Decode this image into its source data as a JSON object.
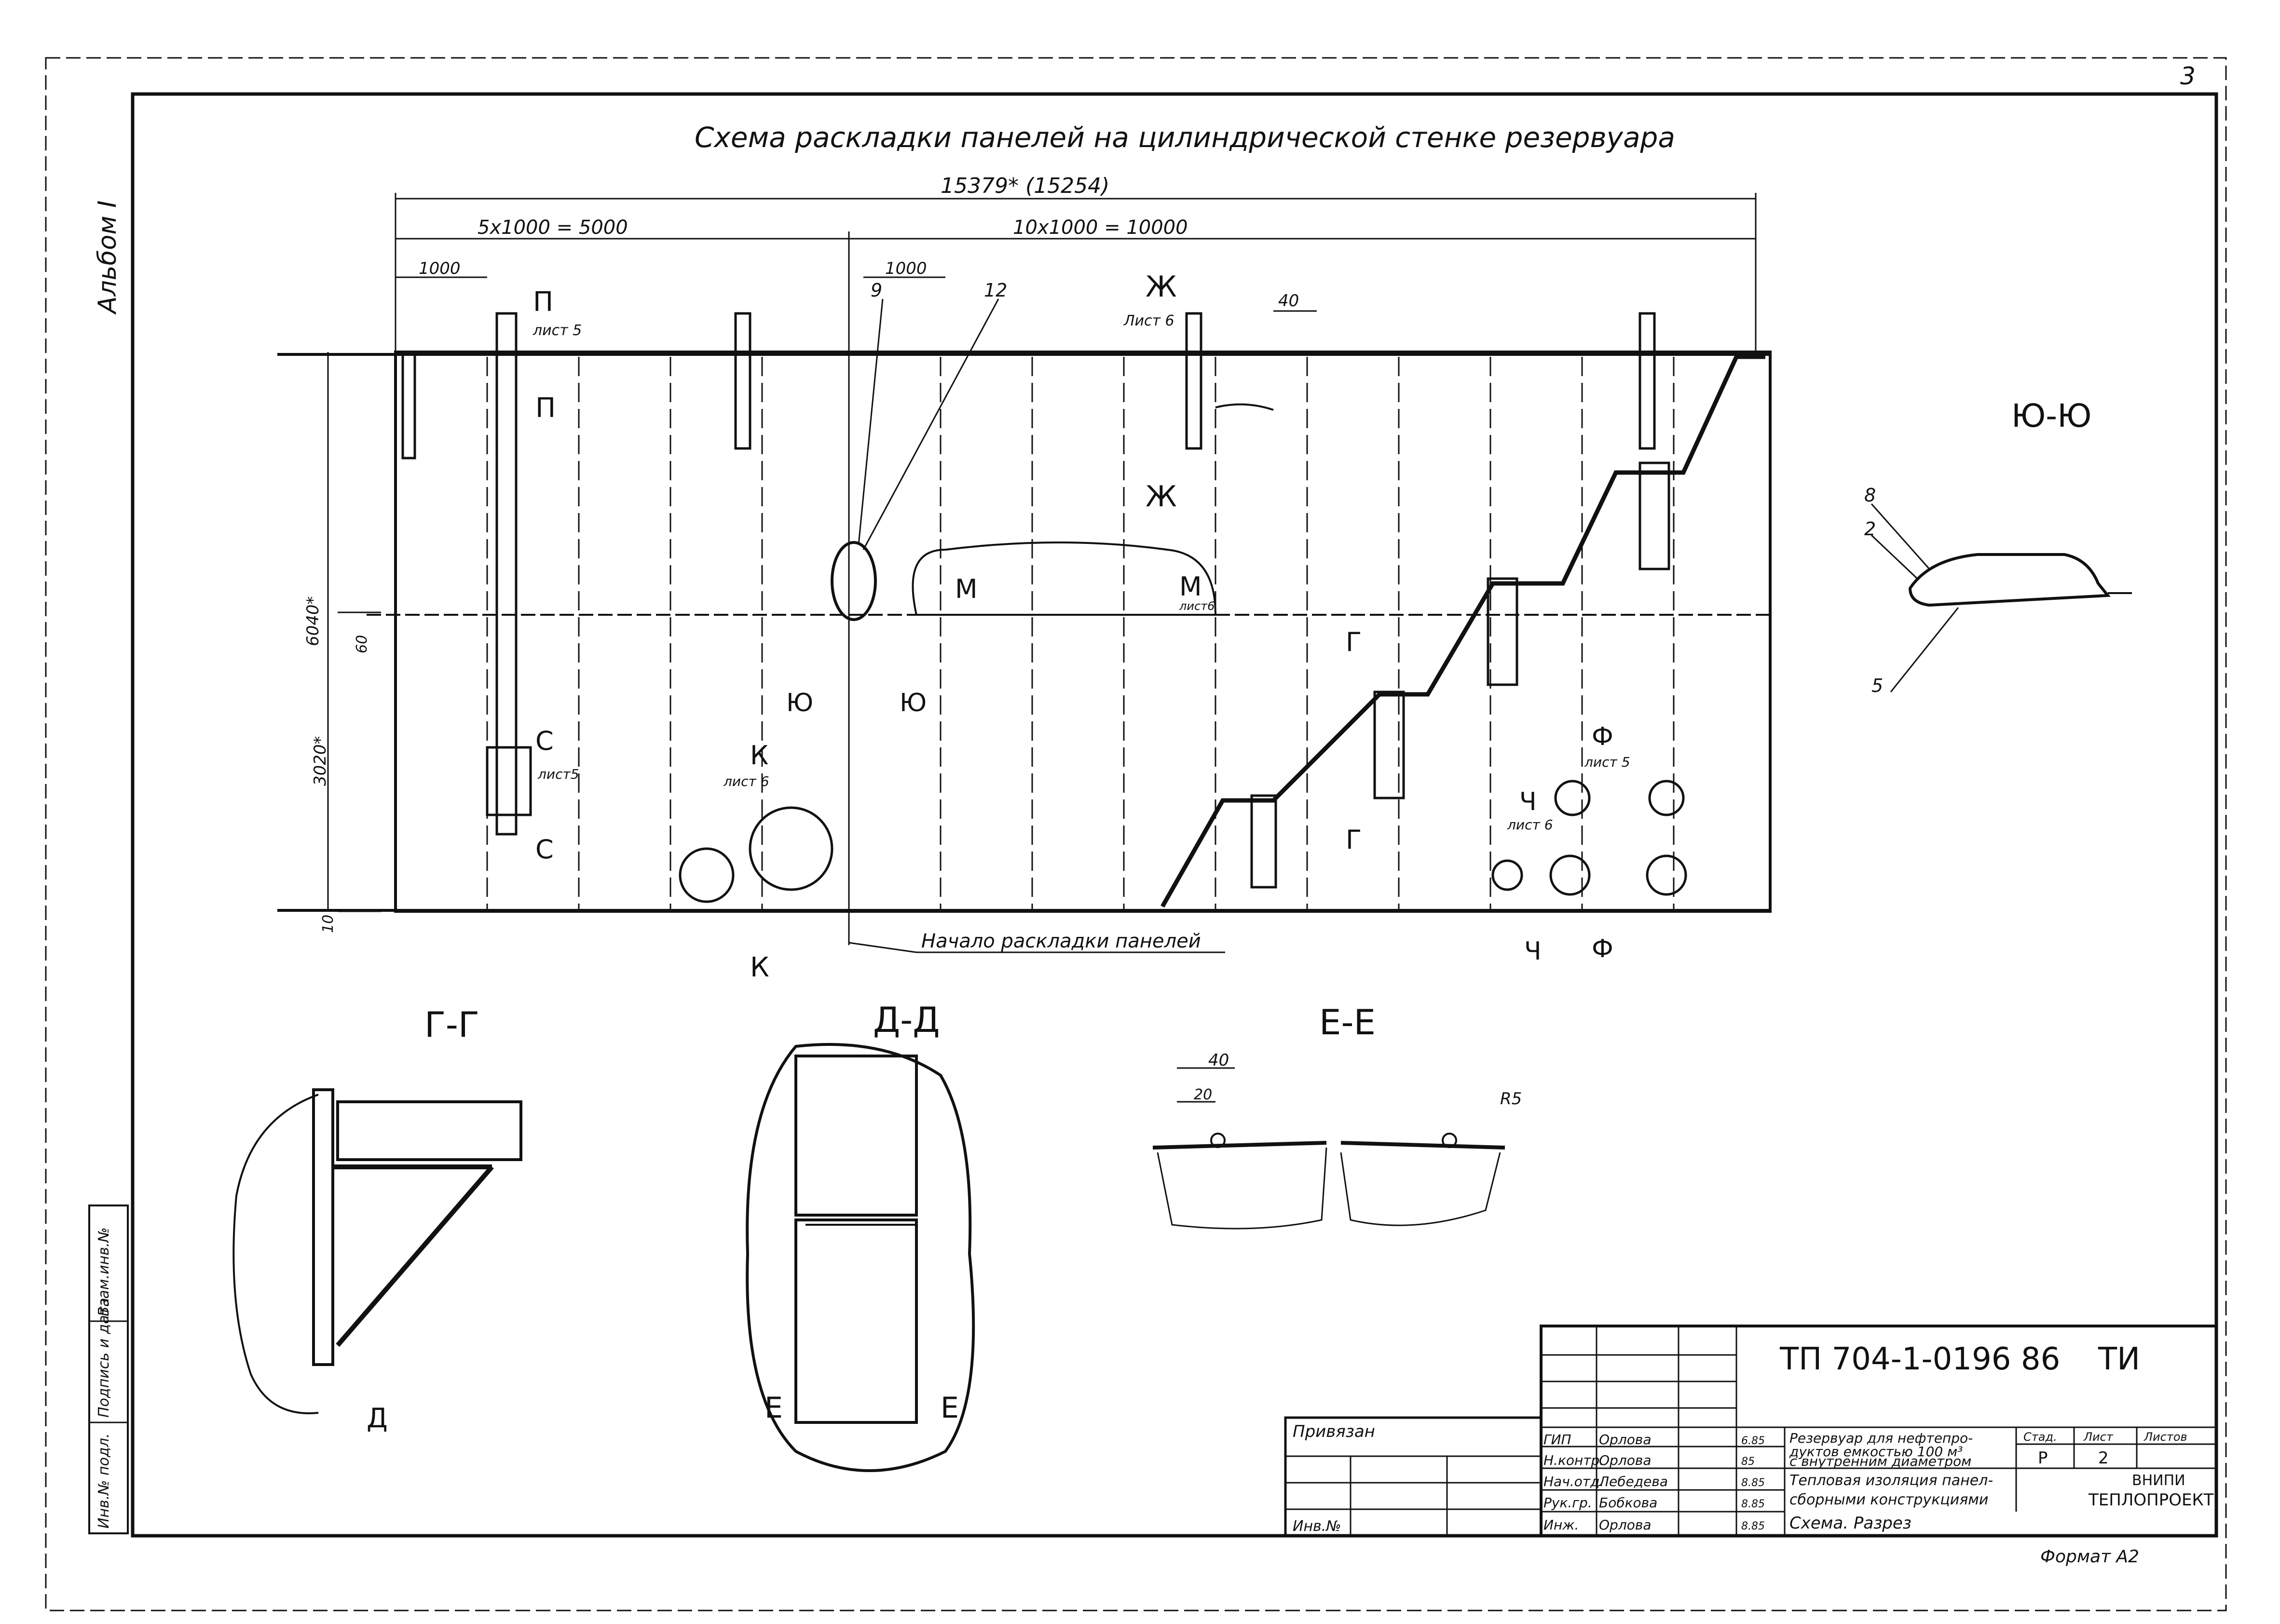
{
  "drawing": {
    "title": "Схема раскладки панелей на цилиндрической стенке резервуара",
    "sheet_number": "3",
    "album_label": "Альбом I",
    "dims": {
      "overall": "15379* (15254)",
      "left_group": "5x1000 = 5000",
      "right_group": "10x1000 = 10000",
      "panel_left": "1000",
      "panel_mid": "1000",
      "gap": "40",
      "height_total": "6040*",
      "height_lower": "3020*",
      "offset_60": "60",
      "offset_10": "10"
    },
    "callouts": {
      "n9": "9",
      "n12": "12",
      "n8": "8",
      "n2": "2",
      "n5": "5"
    },
    "section_marks": {
      "P": "П",
      "P_sheet": "лист 5",
      "Zh": "Ж",
      "Zh_sheet": "Лист 6",
      "M": "М",
      "M_sheet": "лист6",
      "Yu": "Ю",
      "K": "К",
      "K_sheet": "лист 6",
      "S": "С",
      "S_sheet": "лист5",
      "G": "Г",
      "F": "Ф",
      "F_sheet": "лист 5",
      "Ch": "Ч",
      "Ch_sheet": "лист 6",
      "D": "Д",
      "E": "Е"
    },
    "start_label": "Начало раскладки панелей",
    "sections": {
      "gg": "Г-Г",
      "dd": "Д-Д",
      "ee": "Е-Е",
      "yuyu": "Ю-Ю"
    },
    "ee_dims": {
      "d40": "40",
      "d20": "20",
      "r5": "R5"
    }
  },
  "title_block": {
    "code": "ТП 704-1-0196 86",
    "doc_type": "ТИ",
    "bound_label": "Привязан",
    "inv_label": "Инв.№",
    "roles": [
      "ГИП",
      "Н.контр.",
      "Нач.отд.",
      "Рук.гр.",
      "Инж."
    ],
    "names": [
      "Орлова",
      "Орлова",
      "Лебедева",
      "Бобкова",
      "Орлова"
    ],
    "dates": [
      "6.85",
      "85",
      "8.85",
      "8.85",
      "8.85"
    ],
    "project_lines": [
      "Резервуар для нефтепро-",
      "дуктов емкостью 100 м³",
      "с внутренним диаметром"
    ],
    "content_lines": [
      "Тепловая изоляция панел-",
      "сборными конструкциями",
      "Схема. Разрез"
    ],
    "stage_head": "Стад.",
    "sheet_head": "Лист",
    "sheets_head": "Листов",
    "stage": "Р",
    "sheet": "2",
    "org_lines": [
      "ВНИПИ",
      "ТЕПЛОПРОЕКТ"
    ],
    "format": "Формат А2",
    "side_stamp": [
      "Инв.№ подл.",
      "Подпись и дата",
      "Взам.инв.№"
    ]
  }
}
